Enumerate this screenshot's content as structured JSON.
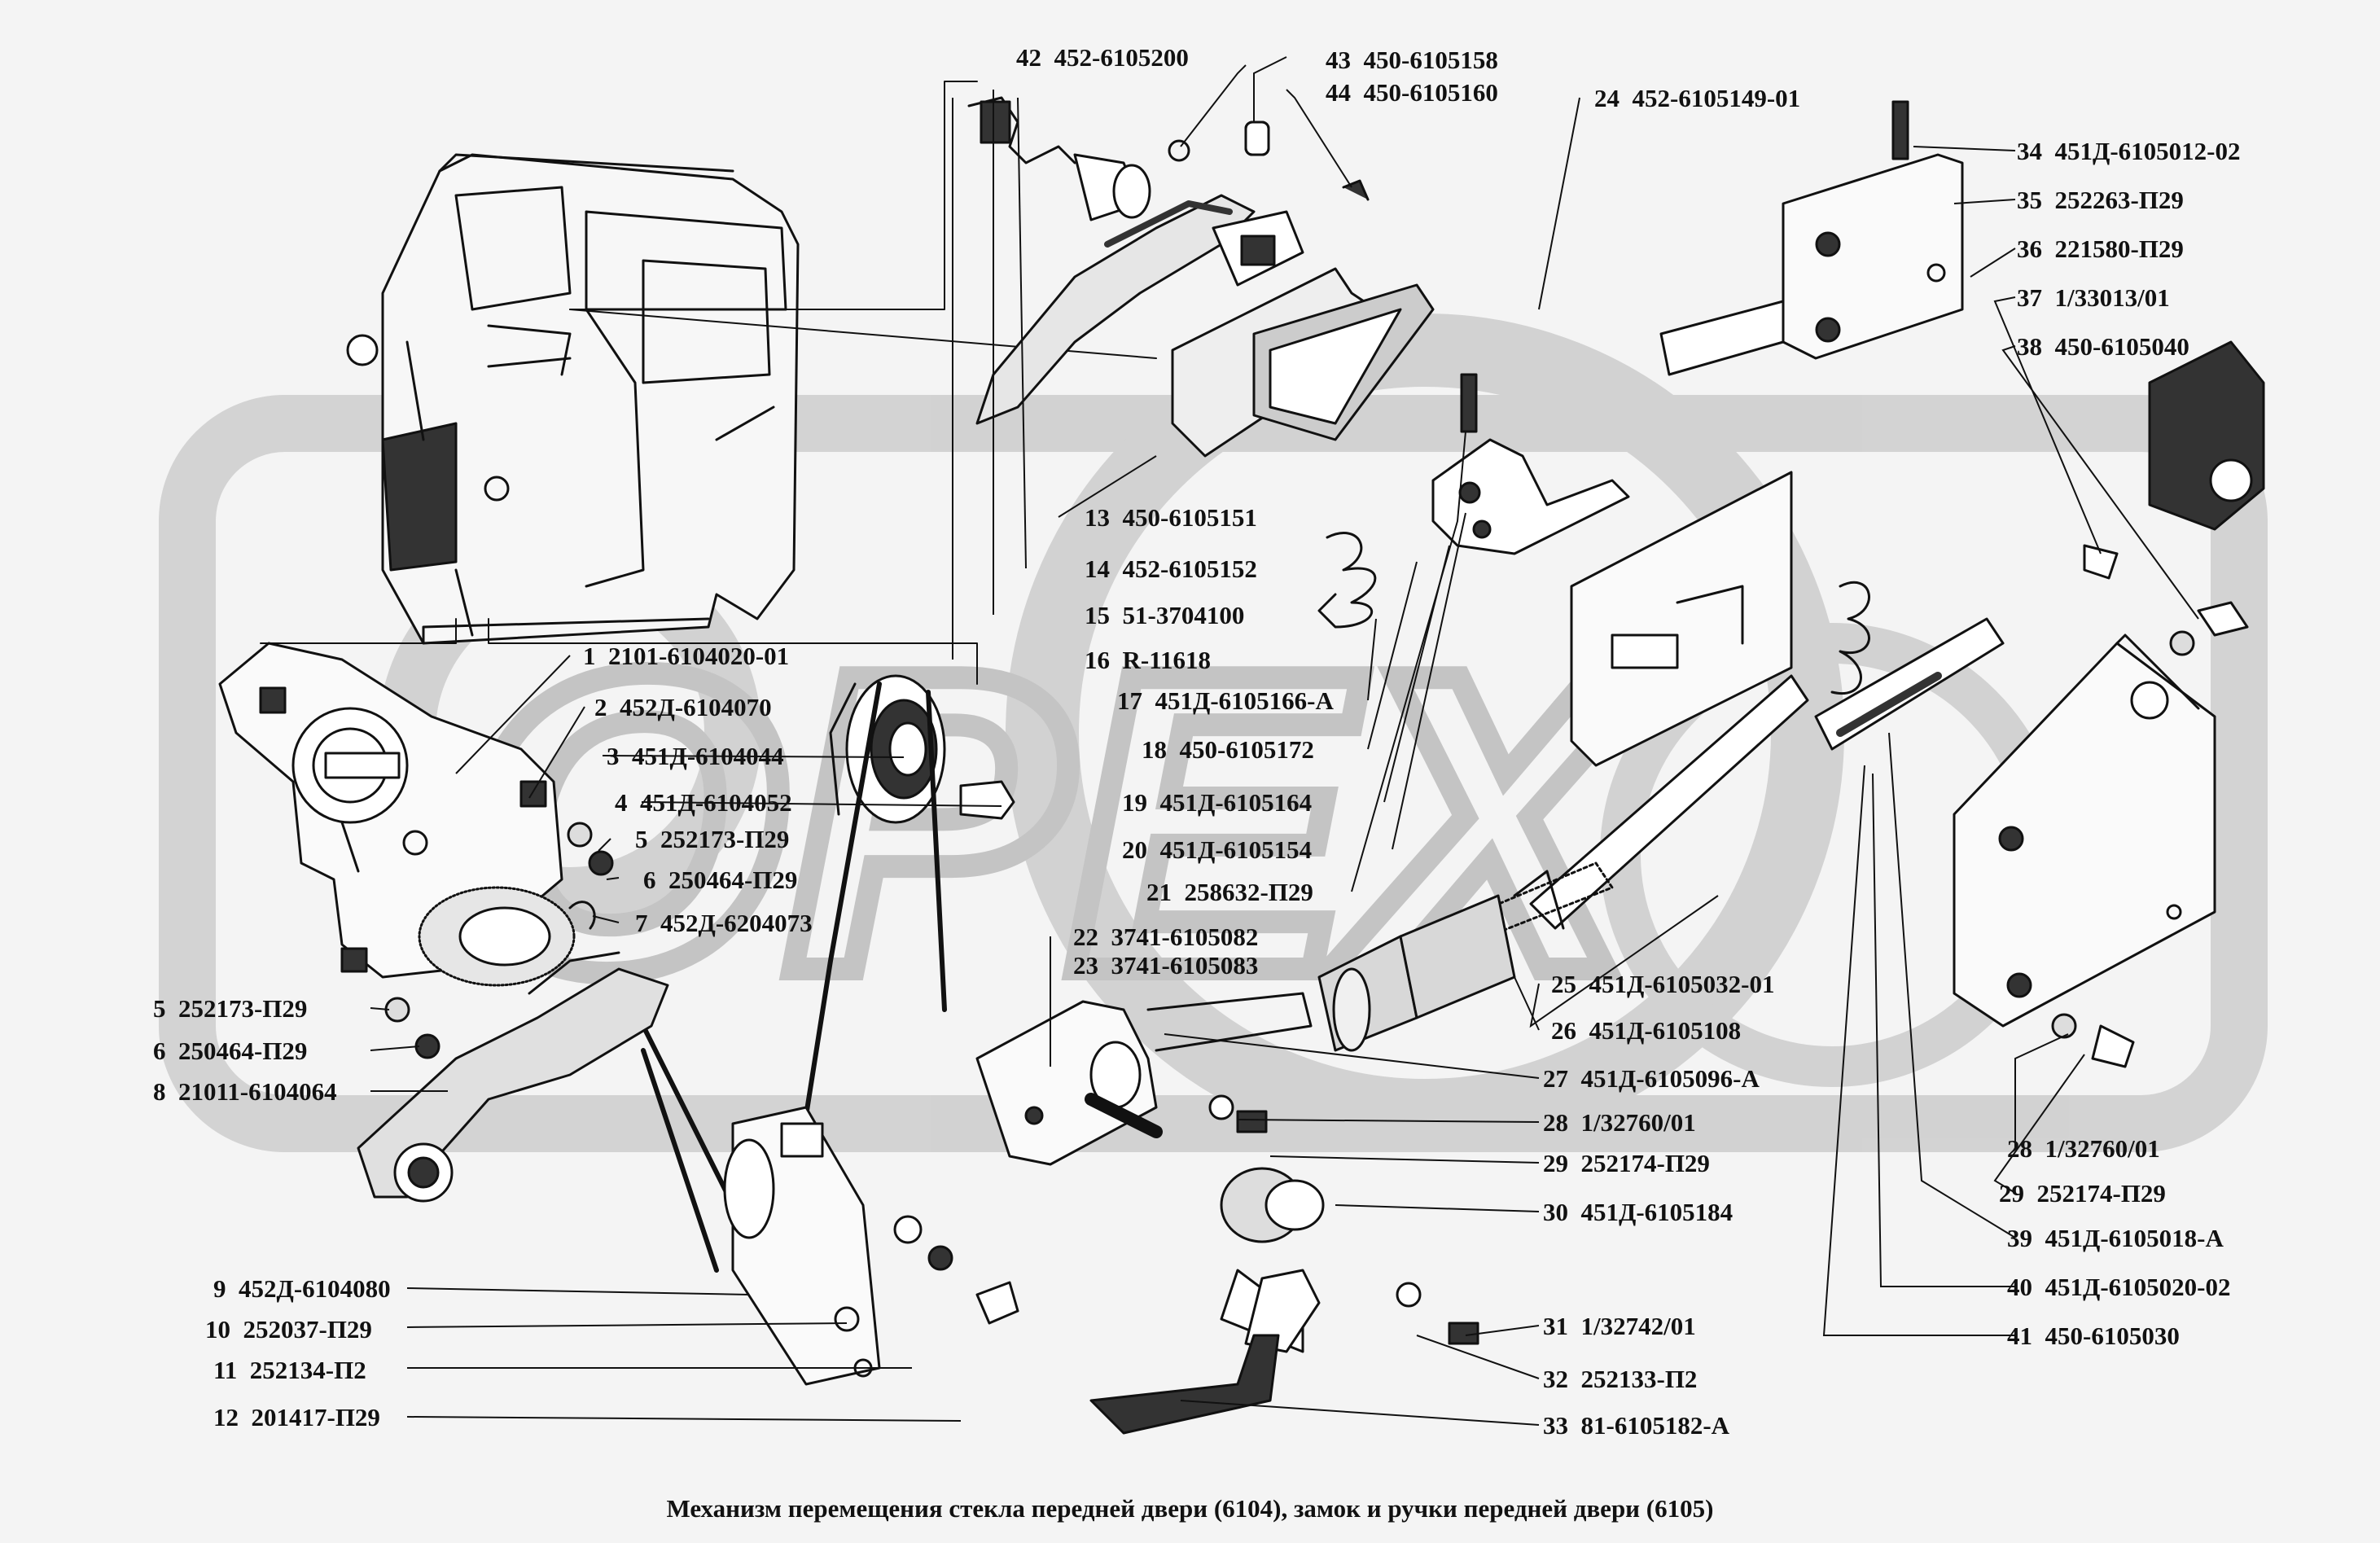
{
  "caption": "Механизм перемещения стекла передней двери (6104), замок и ручки передней   двери (6105)",
  "watermark": "OPEX",
  "colors": {
    "background": "#f4f4f4",
    "ink": "#111111",
    "watermark": "#cfcfcf"
  },
  "parts": [
    {
      "num": "1",
      "code": "2101-6104020-01"
    },
    {
      "num": "2",
      "code": "452Д-6104070"
    },
    {
      "num": "3",
      "code": "451Д-6104044"
    },
    {
      "num": "4",
      "code": "451Д-6104052"
    },
    {
      "num": "5",
      "code": "252173-П29"
    },
    {
      "num": "6",
      "code": "250464-П29"
    },
    {
      "num": "7",
      "code": "452Д-6204073"
    },
    {
      "num": "5",
      "code": "252173-П29"
    },
    {
      "num": "6",
      "code": "250464-П29"
    },
    {
      "num": "8",
      "code": "21011-6104064"
    },
    {
      "num": "9",
      "code": "452Д-6104080"
    },
    {
      "num": "10",
      "code": "252037-П29"
    },
    {
      "num": "11",
      "code": "252134-П2"
    },
    {
      "num": "12",
      "code": "201417-П29"
    },
    {
      "num": "42",
      "code": "452-6105200"
    },
    {
      "num": "43",
      "code": "450-6105158"
    },
    {
      "num": "44",
      "code": "450-6105160"
    },
    {
      "num": "24",
      "code": "452-6105149-01"
    },
    {
      "num": "13",
      "code": "450-6105151"
    },
    {
      "num": "14",
      "code": "452-6105152"
    },
    {
      "num": "15",
      "code": "51-3704100"
    },
    {
      "num": "16",
      "code": "R-11618"
    },
    {
      "num": "17",
      "code": "451Д-6105166-А"
    },
    {
      "num": "18",
      "code": "450-6105172"
    },
    {
      "num": "19",
      "code": "451Д-6105164"
    },
    {
      "num": "20",
      "code": "451Д-6105154"
    },
    {
      "num": "21",
      "code": "258632-П29"
    },
    {
      "num": "22",
      "code": "3741-6105082"
    },
    {
      "num": "23",
      "code": "3741-6105083"
    },
    {
      "num": "25",
      "code": "451Д-6105032-01"
    },
    {
      "num": "26",
      "code": "451Д-6105108"
    },
    {
      "num": "27",
      "code": "451Д-6105096-А"
    },
    {
      "num": "28",
      "code": "1/32760/01"
    },
    {
      "num": "29",
      "code": "252174-П29"
    },
    {
      "num": "30",
      "code": "451Д-6105184"
    },
    {
      "num": "31",
      "code": "1/32742/01"
    },
    {
      "num": "32",
      "code": "252133-П2"
    },
    {
      "num": "33",
      "code": "81-6105182-А"
    },
    {
      "num": "34",
      "code": "451Д-6105012-02"
    },
    {
      "num": "35",
      "code": "252263-П29"
    },
    {
      "num": "36",
      "code": "221580-П29"
    },
    {
      "num": "37",
      "code": "1/33013/01"
    },
    {
      "num": "38",
      "code": "450-6105040"
    },
    {
      "num": "28",
      "code": "1/32760/01"
    },
    {
      "num": "29",
      "code": "252174-П29"
    },
    {
      "num": "39",
      "code": "451Д-6105018-А"
    },
    {
      "num": "40",
      "code": "451Д-6105020-02"
    },
    {
      "num": "41",
      "code": "450-6105030"
    }
  ]
}
